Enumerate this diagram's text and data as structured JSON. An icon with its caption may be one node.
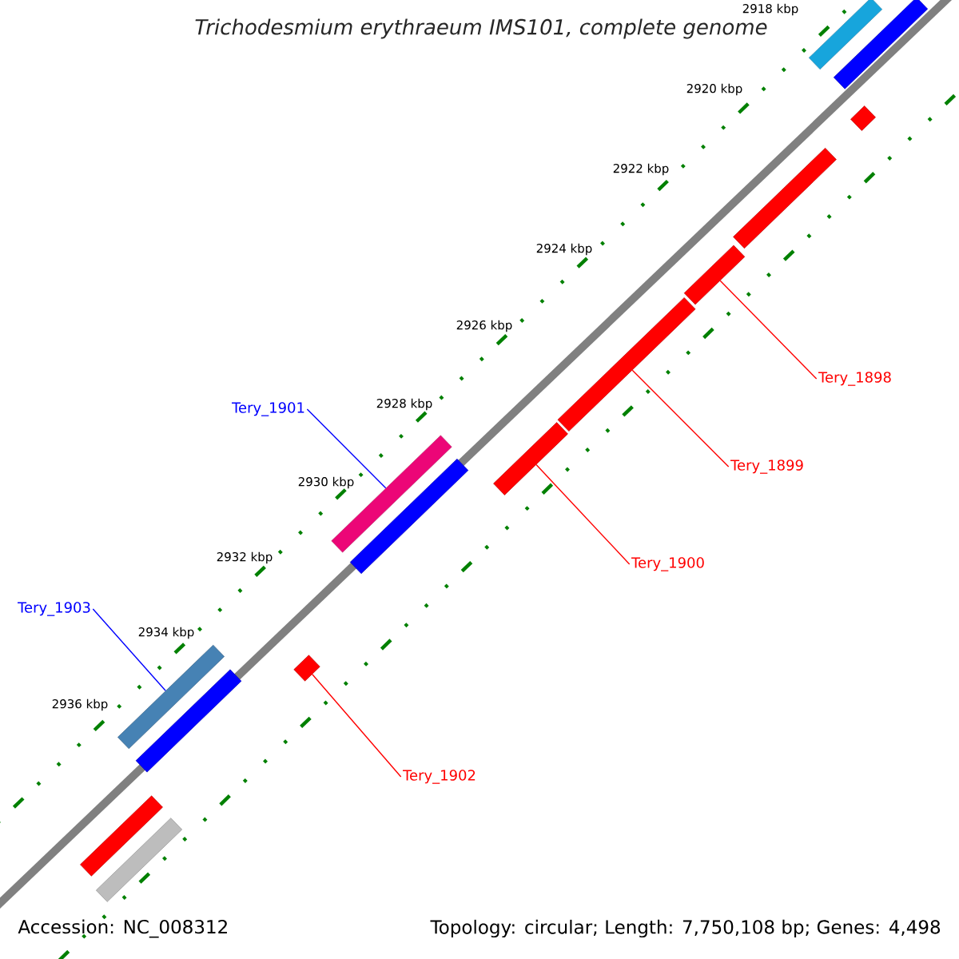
{
  "diagram": {
    "title": "Trichodesmium erythraeum IMS101, complete genome",
    "nodes": [
      {
        "text": [],
        "shape": "bar"
      },
      {
        "text": [],
        "shape": "bar"
      },
      {
        "text": [],
        "shape": "bar"
      },
      {
        "text": [],
        "shape": "bar"
      },
      {
        "text": [],
        "shape": "bar"
      },
      {
        "text": [],
        "shape": "bar"
      },
      {
        "text": [],
        "shape": "bar"
      },
      {
        "text": [],
        "shape": "bar"
      },
      {
        "text": [],
        "shape": "bar"
      },
      {
        "text": [],
        "shape": "bar"
      },
      {
        "text": [],
        "shape": "bar"
      },
      {
        "text": [],
        "shape": "bar"
      },
      {
        "text": [],
        "shape": "bar"
      },
      {
        "text": [],
        "shape": "bar"
      },
      {
        "text": [
          "Tery_1898"
        ]
      },
      {
        "text": [
          "Tery_1901"
        ]
      },
      {
        "text": [
          "Tery_1899"
        ]
      },
      {
        "text": [
          "Tery_1900"
        ]
      },
      {
        "text": [
          "Tery_1903"
        ]
      },
      {
        "text": [
          "Tery_1902"
        ]
      }
    ],
    "edges": [
      {
        "from": 14,
        "to": 4,
        "arrow": "none"
      },
      {
        "from": 15,
        "to": 7,
        "arrow": "none",
        "color": "#0000ff"
      },
      {
        "from": 16,
        "to": 5,
        "arrow": "none"
      },
      {
        "from": 17,
        "to": 6,
        "arrow": "none"
      },
      {
        "from": 18,
        "to": 10,
        "arrow": "none",
        "color": "#0000ff"
      },
      {
        "from": 19,
        "to": 9,
        "arrow": "none"
      }
    ],
    "labels": [
      "2918 kbp",
      "2920 kbp",
      "2922 kbp",
      "2924 kbp",
      "2926 kbp",
      "2928 kbp",
      "2930 kbp",
      "2932 kbp",
      "2934 kbp",
      "2936 kbp",
      "Accession: NC_008312",
      "Topology: circular; Length: 7,750,108 bp; Genes: 4,498"
    ]
  }
}
